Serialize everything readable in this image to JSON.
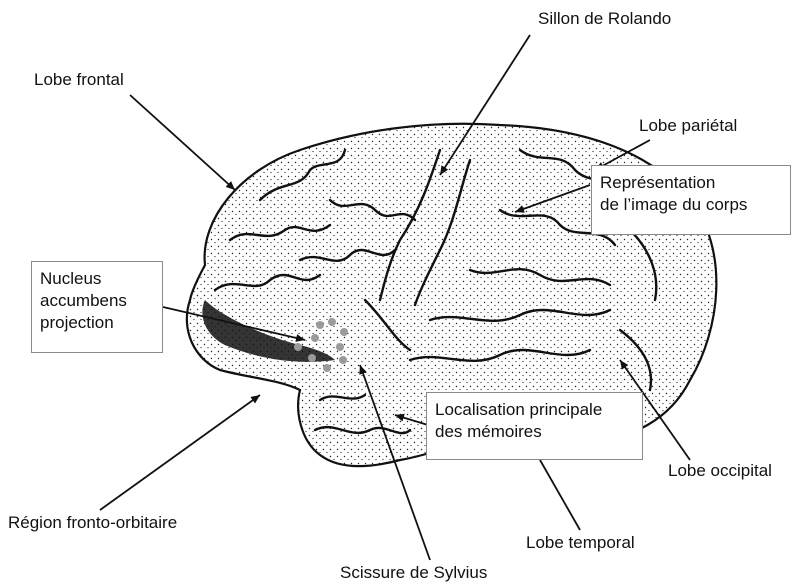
{
  "labels": {
    "sillon_rolando": "Sillon de Rolando",
    "lobe_frontal": "Lobe frontal",
    "lobe_parietal": "Lobe pariétal",
    "lobe_occipital": "Lobe occipital",
    "lobe_temporal": "Lobe temporal",
    "scissure_sylvius": "Scissure de Sylvius",
    "region_fronto_orbitaire": "Région fronto-orbitaire"
  },
  "boxes": {
    "representation": [
      "Représentation",
      "de l’image du corps"
    ],
    "nucleus": [
      "Nucleus",
      "accumbens",
      "projection"
    ],
    "memoires": [
      "Localisation principale",
      "des mémoires"
    ]
  },
  "colors": {
    "ink": "#111111",
    "box_border": "#8a8a8a",
    "nucleus_dots": "#9a9a9a"
  }
}
